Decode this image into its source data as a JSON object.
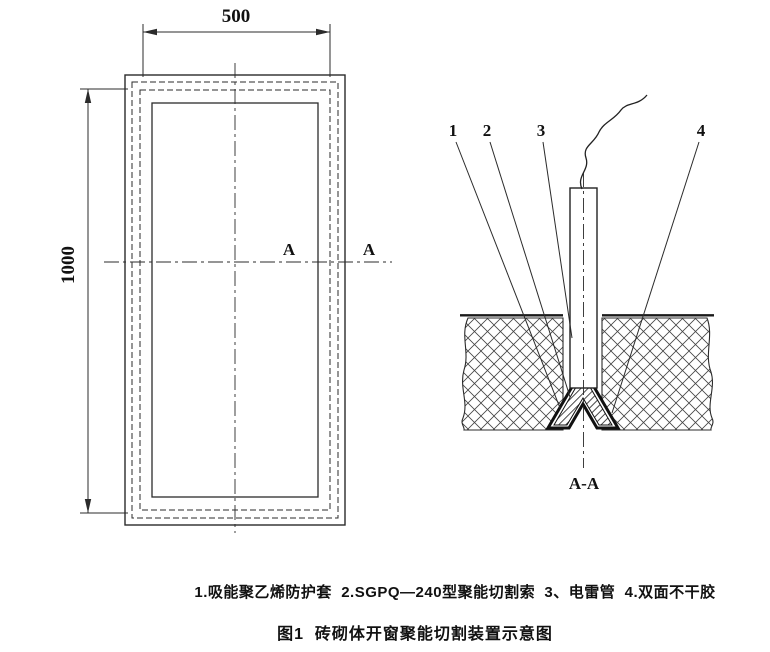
{
  "front_view": {
    "dim_width": "500",
    "dim_height": "1000",
    "section_label_left": "A",
    "section_label_right": "A"
  },
  "section_view": {
    "callout_1": "1",
    "callout_2": "2",
    "callout_3": "3",
    "callout_4": "4",
    "section_label": "A-A"
  },
  "legend_text": "1.吸能聚乙烯防护套  2.SGPQ—240型聚能切割索  3、电雷管  4.双面不干胶",
  "caption_text": "图1  砖砌体开窗聚能切割装置示意图",
  "colors": {
    "line": "#2b2b2b",
    "background": "#ffffff"
  }
}
